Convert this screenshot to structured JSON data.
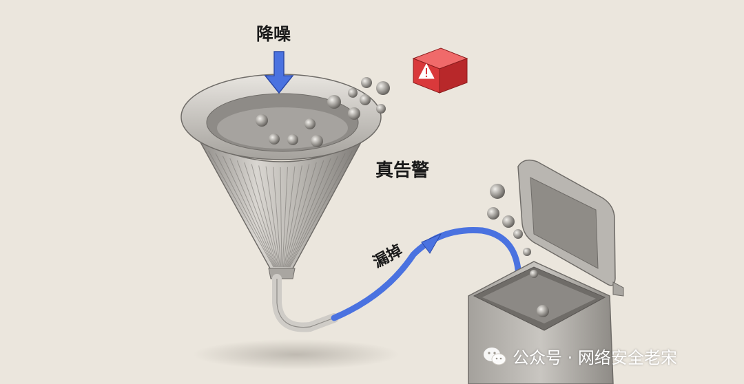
{
  "labels": {
    "denoise": "降噪",
    "true_alert": "真告警",
    "leak": "漏掉"
  },
  "watermark": {
    "text": "公众号 · 网络安全老宋",
    "icon": "wechat-icon"
  },
  "icons": {
    "alert_cube": "warning-triangle-icon",
    "arrow": "down-arrow-icon"
  },
  "colors": {
    "background": "#ebe6dd",
    "arrow_blue": "#4a72e0",
    "alert_red": "#d9393b",
    "metal": "#b5b2ad"
  }
}
